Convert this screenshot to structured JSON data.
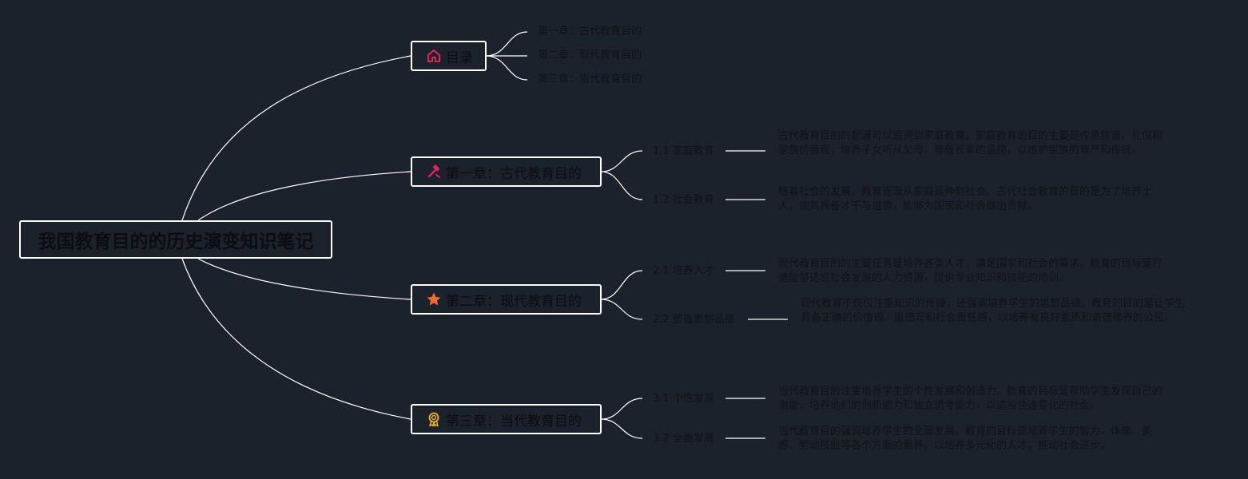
{
  "root": {
    "title": "我国教育目的的历史演变知识笔记"
  },
  "toc": {
    "title": "目录",
    "icon": "home-icon",
    "items": [
      "第一章：古代教育目的",
      "第二章：现代教育目的",
      "第三章：当代教育目的"
    ]
  },
  "chapters": [
    {
      "title": "第一章：古代教育目的",
      "icon": "hammer-icon",
      "sections": [
        {
          "label": "1.1 家庭教育",
          "text": "古代教育目的的起源可以追溯到家庭教育。家庭教育的目的主要是传承族谱、礼仪和家族价值观，培养子女听从父母、尊敬长辈的品德，以维护家族的尊严和传统。"
        },
        {
          "label": "1.2 社会教育",
          "text": "随着社会的发展，教育逐渐从家庭延伸到社会。古代社会教育的目的是为了培养士人，使其具备才干与道德，能够为国家和社会做出贡献。"
        }
      ]
    },
    {
      "title": "第二章：现代教育目的",
      "icon": "star-icon",
      "sections": [
        {
          "label": "2.1 培养人才",
          "text": "现代教育目的的主要任务是培养各类人才，满足国家和社会的需求。教育的目标是打造能够适应社会发展的人力资源，提供专业知识和技能的培训。"
        },
        {
          "label": "2.2 塑造思想品德",
          "text": "现代教育不仅仅注重知识的传授，还强调培养学生的思想品德。教育的目的是让学生具备正确的价值观、道德观和社会责任感，以培养有良好素质和道德修养的公民。"
        }
      ]
    },
    {
      "title": "第三章：当代教育目的",
      "icon": "award-ribbon-icon",
      "sections": [
        {
          "label": "3.1 个性发展",
          "text": "当代教育目的注重培养学生的个性发展和创造力。教育的目标是帮助学生发现自己的潜能，培养他们的创新能力和独立思考能力，以适应快速变化的社会。"
        },
        {
          "label": "3.2 全面发展",
          "text": "当代教育目的强调培养学生的全面发展。教育的目标是培养学生的智力、体魄、美感、劳动技能等各个方面的素养，以培养多元化的人才，推动社会进步。"
        }
      ]
    }
  ],
  "colors": {
    "background": "#1c222b",
    "line": "#ffffff",
    "text": "#101318",
    "home_icon": "#e0245e",
    "hammer_icon": "#e0245e",
    "star_icon": "#f26a2e",
    "award_icon": "#f2b21b"
  }
}
